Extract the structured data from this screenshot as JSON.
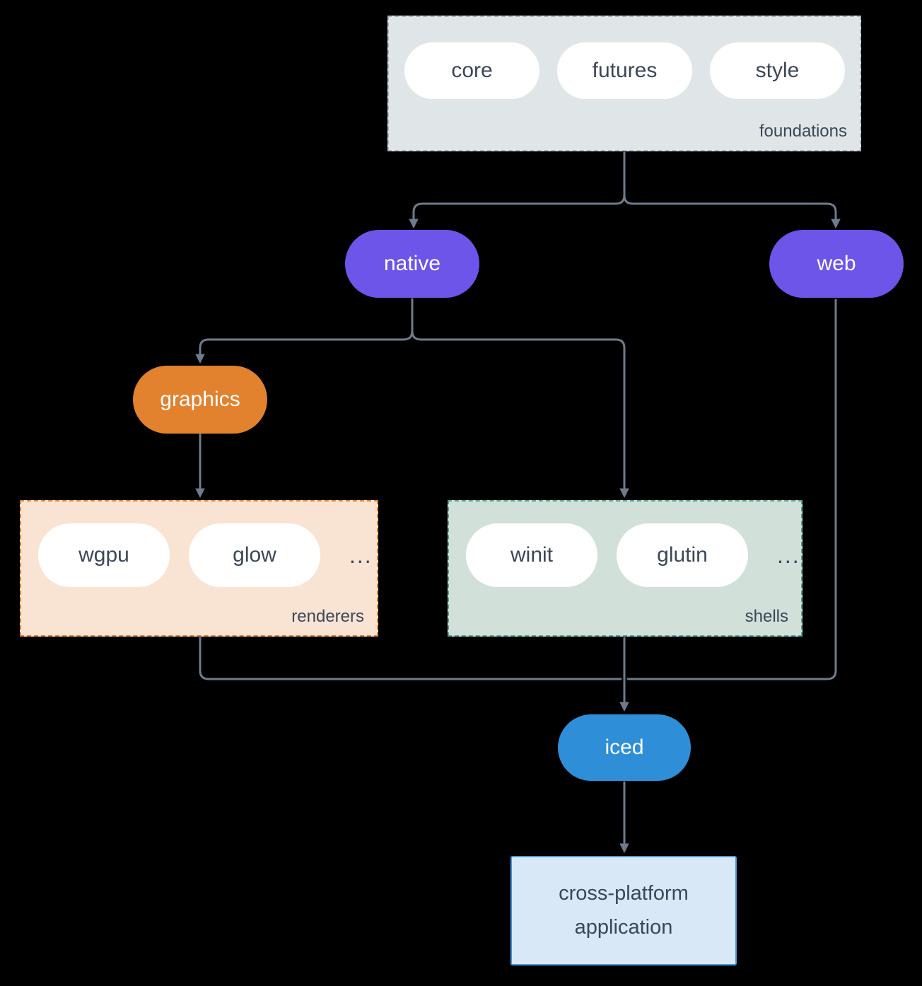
{
  "colors": {
    "background": "#000000",
    "arrow": "#6e7b8c",
    "purple_node": "#6c55e8",
    "orange_node": "#e2812e",
    "blue_node": "#2e8fd8",
    "foundations_fill": "#e0e6e8",
    "renderers_fill": "#f9e4d4",
    "renderers_border": "#e2812e",
    "shells_fill": "#d2e0da",
    "shells_border": "#55a28e",
    "application_fill": "#d9e8f7",
    "application_border": "#4a97d9",
    "text_dark": "#3b4757"
  },
  "diagram": {
    "foundations": {
      "label": "foundations",
      "items": [
        "core",
        "futures",
        "style"
      ]
    },
    "native": {
      "label": "native"
    },
    "web": {
      "label": "web"
    },
    "graphics": {
      "label": "graphics"
    },
    "renderers": {
      "label": "renderers",
      "items": [
        "wgpu",
        "glow"
      ],
      "ellipsis": "..."
    },
    "shells": {
      "label": "shells",
      "items": [
        "winit",
        "glutin"
      ],
      "ellipsis": "..."
    },
    "iced": {
      "label": "iced"
    },
    "application": {
      "label": "cross-platform application"
    }
  }
}
